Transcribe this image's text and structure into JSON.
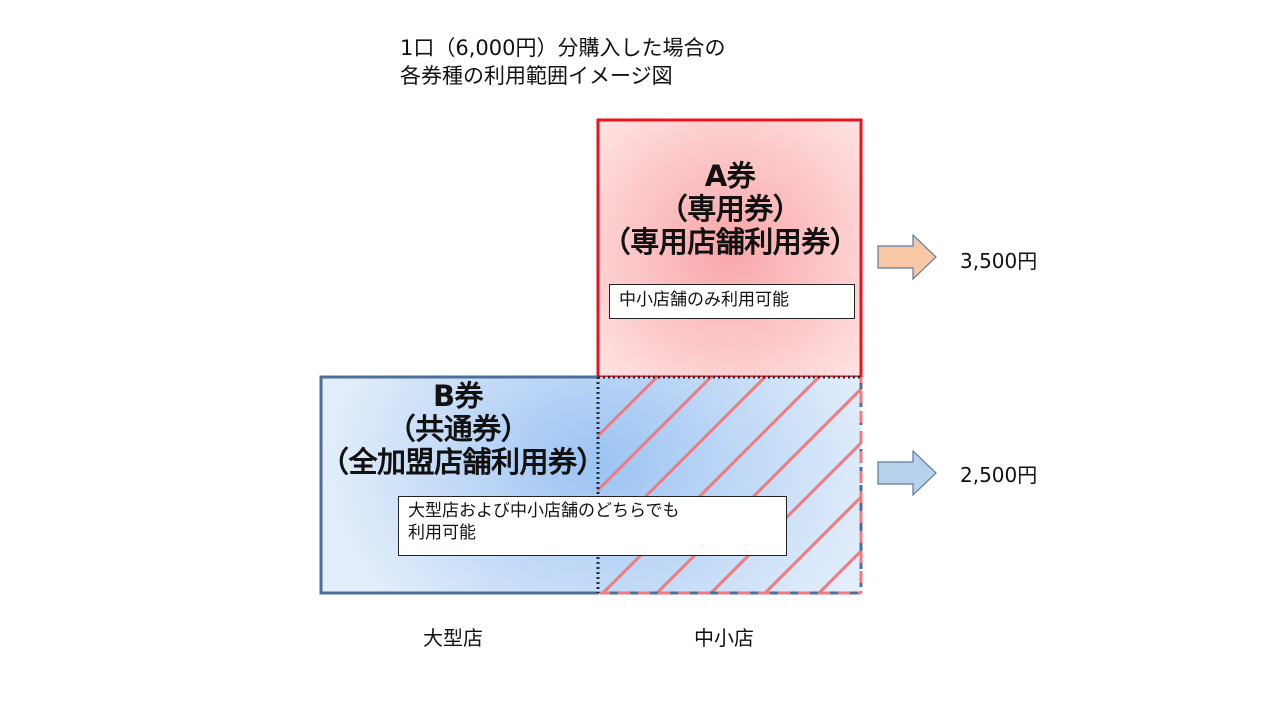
{
  "title": {
    "line1": "1口（6,000円）分購入した場合の",
    "line2": "各券種の利用範囲イメージ図"
  },
  "ticket_a": {
    "line1": "A券",
    "line2": "（専用券）",
    "line3": "（専用店舗利用券）",
    "note": "中小店舗のみ利用可能",
    "amount": "3,500円"
  },
  "ticket_b": {
    "line1": "B券",
    "line2": "（共通券）",
    "line3": "（全加盟店舗利用券）",
    "note_line1": "大型店および中小店舗のどちらでも",
    "note_line2": "利用可能",
    "amount": "2,500円"
  },
  "categories": {
    "large": "大型店",
    "small": "中小店"
  },
  "colors": {
    "a_border": "#e8141c",
    "a_fill_center": "#f9a6a8",
    "a_fill_edge": "#ffe3e3",
    "b_border": "#4a7099",
    "b_fill_center": "#9bc3f2",
    "b_fill_edge": "#e4eefb",
    "hatch": "#f07a7e",
    "arrow_a": "#f8c8a6",
    "arrow_b": "#b7d1ea"
  }
}
